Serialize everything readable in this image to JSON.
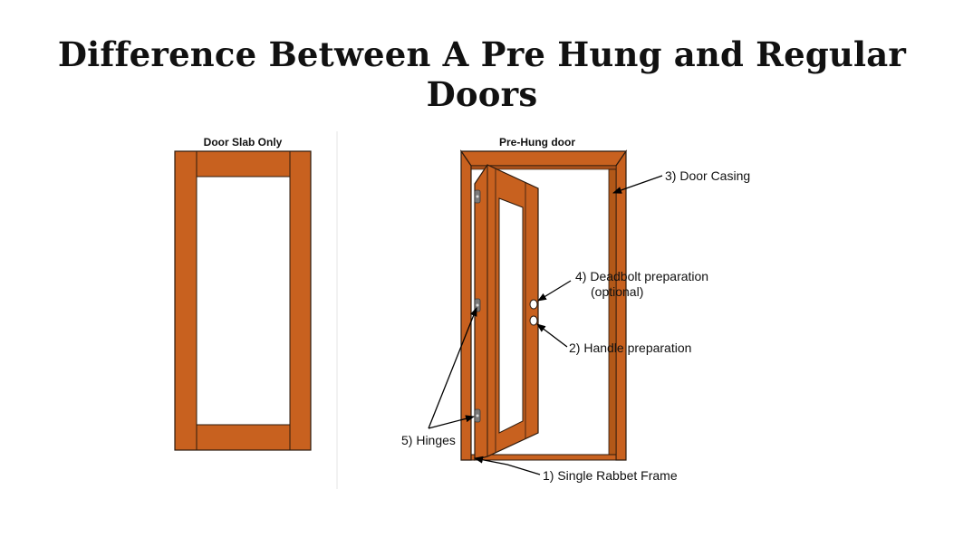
{
  "title": "Difference Between A Pre Hung and Regular Doors",
  "panels": {
    "slab": {
      "heading": "Door Slab Only"
    },
    "prehung": {
      "heading": "Pre-Hung door"
    }
  },
  "callouts": {
    "casing": "3) Door Casing",
    "deadbolt_line1": "4) Deadbolt preparation",
    "deadbolt_line2": "(optional)",
    "handle": "2) Handle preparation",
    "hinges": "5) Hinges",
    "frame": "1) Single Rabbet Frame"
  },
  "colors": {
    "wood": "#C8611F",
    "wood_dark": "#8E3F10",
    "outline": "#2B1A0E",
    "glass": "#FFFFFF",
    "hinge": "#7A7A7A"
  }
}
